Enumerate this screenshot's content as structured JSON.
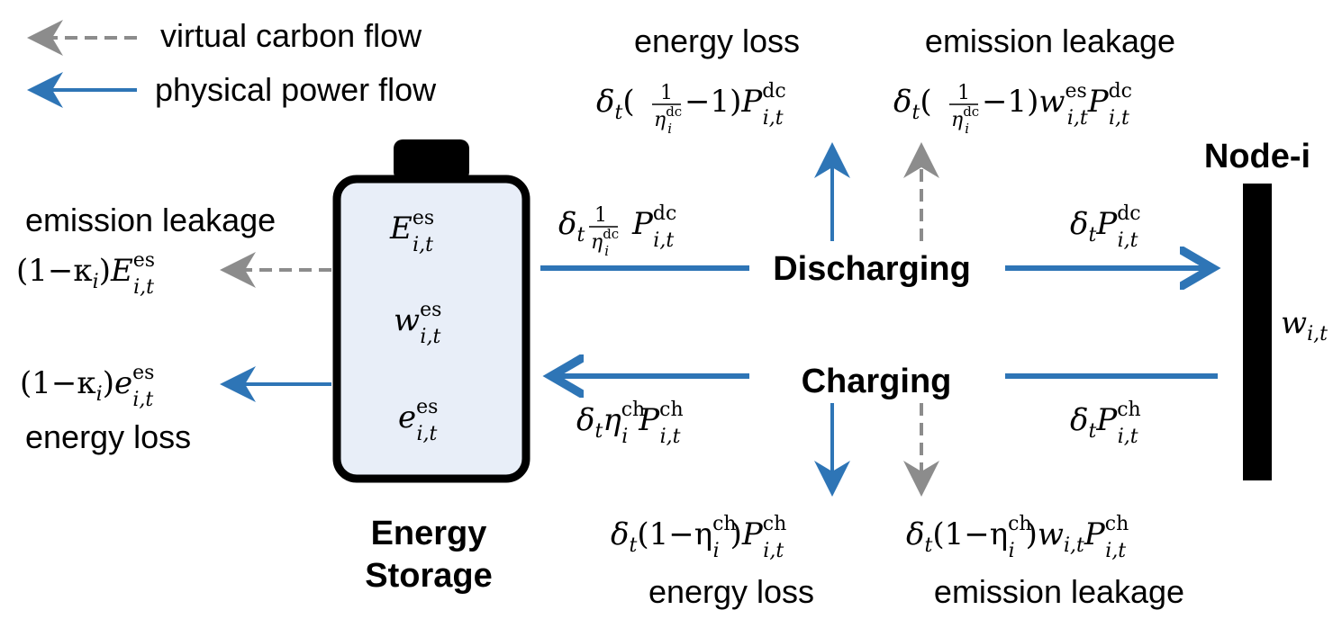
{
  "legend": {
    "virtual_carbon_flow": "virtual carbon flow",
    "physical_power_flow": "physical power flow"
  },
  "labels": {
    "energy_storage_line1": "Energy",
    "energy_storage_line2": "Storage",
    "node": "Node-i",
    "discharging": "Discharging",
    "charging": "Charging",
    "energy_loss": "energy loss",
    "emission_leakage": "emission leakage"
  },
  "colors": {
    "physical_flow": "#2e75b6",
    "virtual_flow": "#8c8c8c",
    "battery_fill": "#e8eef8",
    "battery_stroke": "#000000",
    "node_bar": "#000000",
    "text": "#000000"
  },
  "formulas": {
    "battery_E": "E",
    "battery_w": "w",
    "battery_e": "e",
    "sup_es": "es",
    "sub_it": "i,t",
    "sub_i": "i",
    "delta": "δ",
    "sub_t": "t",
    "one": "1",
    "minus_one": "−1",
    "one_minus_kappa": "(1−κ",
    "close_paren": ")",
    "sup_dc": "dc",
    "sup_ch": "ch",
    "P": "P",
    "eta": "η",
    "w": "w",
    "open_one_minus_eta": "(1−η",
    "open_paren": "(",
    "node_w": "w"
  }
}
